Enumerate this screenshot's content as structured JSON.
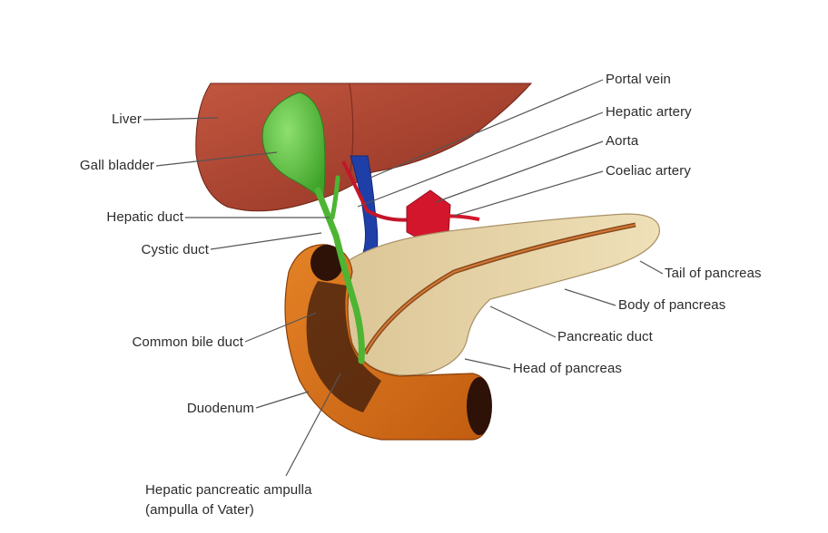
{
  "labels": {
    "liver": "Liver",
    "gall_bladder": "Gall bladder",
    "hepatic_duct": "Hepatic duct",
    "cystic_duct": "Cystic duct",
    "common_bile_duct": "Common bile duct",
    "duodenum": "Duodenum",
    "ampulla_line1": "Hepatic pancreatic ampulla",
    "ampulla_line2": "(ampulla of Vater)",
    "portal_vein": "Portal vein",
    "hepatic_artery": "Hepatic artery",
    "aorta": "Aorta",
    "coeliac_artery": "Coeliac artery",
    "tail_of_pancreas": "Tail of pancreas",
    "body_of_pancreas": "Body of pancreas",
    "pancreatic_duct": "Pancreatic duct",
    "head_of_pancreas": "Head of pancreas"
  },
  "colors": {
    "liver": "#a8432f",
    "gall_bladder": "#5cc63f",
    "portal_vein": "#1f3fa8",
    "artery": "#d3162c",
    "pancreas": "#e6d3a6",
    "duodenum": "#d8701c",
    "leader_line": "#555555"
  }
}
